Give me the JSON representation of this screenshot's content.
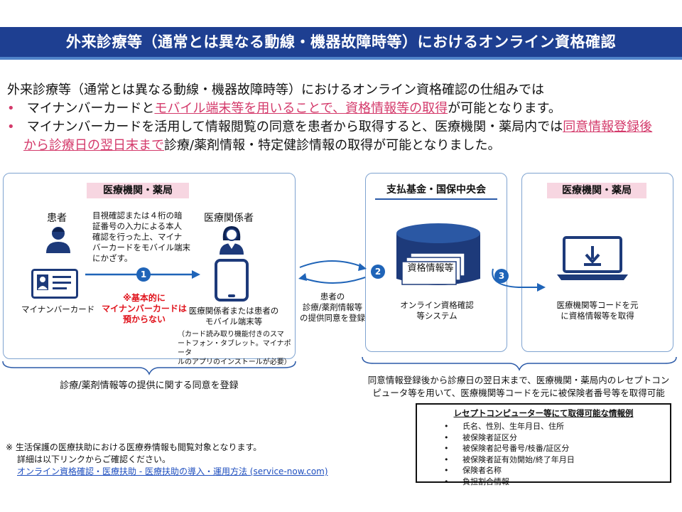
{
  "header": {
    "title": "外来診療等（通常とは異なる動線・機器故障時等）におけるオンライン資格確認"
  },
  "intro": {
    "lead": "外来診療等（通常とは異なる動線・機器故障時等）におけるオンライン資格確認の仕組みでは",
    "bullet_mark": "•",
    "bullet1": {
      "pre": "マイナンバーカードと",
      "highlight": "モバイル端末等を用いることで、資格情報等の取得",
      "post": "が可能となります。"
    },
    "bullet2": {
      "pre": "マイナンバーカードを活用して情報閲覧の同意を患者から取得すると、医療機関・薬局内では",
      "highlight1": "同意情報登録後",
      "highlight2": "から診療日の翌日末まで",
      "post": "診療/薬剤情報・特定健診情報の取得が可能となりました。"
    }
  },
  "left_panel": {
    "label": "医療機関・薬局",
    "patient_label": "患者",
    "staff_label": "医療関係者",
    "process_note": "目視確認または４桁の暗\n証番号の入力による本人\n確認を行った上、マイナ\nバーカードをモバイル端末\nにかざす。",
    "step": "1",
    "card_label": "マイナンバーカード",
    "warning": "※基本的に\nマイナンバーカードは\n預からない",
    "device_label": "医療関係者または患者の\nモバイル端末等",
    "device_note": "（カード読み取り機能付きのスマ\nートフォン・タブレット。マイナポータ\nルのアプリのインストールが必要）"
  },
  "middle_panel": {
    "label": "支払基金・国保中央会",
    "step": "2",
    "doc_label": "資格情報等",
    "system_label": "オンライン資格確認\n等システム",
    "consent_note": "患者の\n診療/薬剤情報等\nの提供同意を登録"
  },
  "right_panel": {
    "label": "医療機関・薬局",
    "step": "3",
    "desc": "医療機関等コードを元\nに資格情報等を取得"
  },
  "captions": {
    "left": "診療/薬剤情報等の提供に関する同意を登録",
    "right": "同意情報登録後から診療日の翌日末まで、医療機関・薬局内のレセプトコン\nピュータ等を用いて、医療機関等コードを元に被保険者番号等を取得可能"
  },
  "info_box": {
    "title": "レセプトコンピューター等にて取得可能な情報例",
    "items": [
      "氏名、性別、生年月日、住所",
      "被保険者証区分",
      "被保険者記号番号/枝番/証区分",
      "被保険者証有効開始/終了年月日",
      "保険者名称",
      "負担割合情報"
    ]
  },
  "footnote": {
    "line1": "※ 生活保護の医療扶助における医療券情報も閲覧対象となります。",
    "line2": "詳細は以下リンクからご確認ください。",
    "link": "オンライン資格確認・医療扶助 - 医療扶助の導入・運用方法 (service-now.com)"
  },
  "colors": {
    "title_bar": "#1e3f91",
    "accent_pink": "#d43a6b",
    "step_blue": "#1f64b8",
    "warning_red": "#e0121b",
    "icon_navy": "#1d3a7a"
  }
}
